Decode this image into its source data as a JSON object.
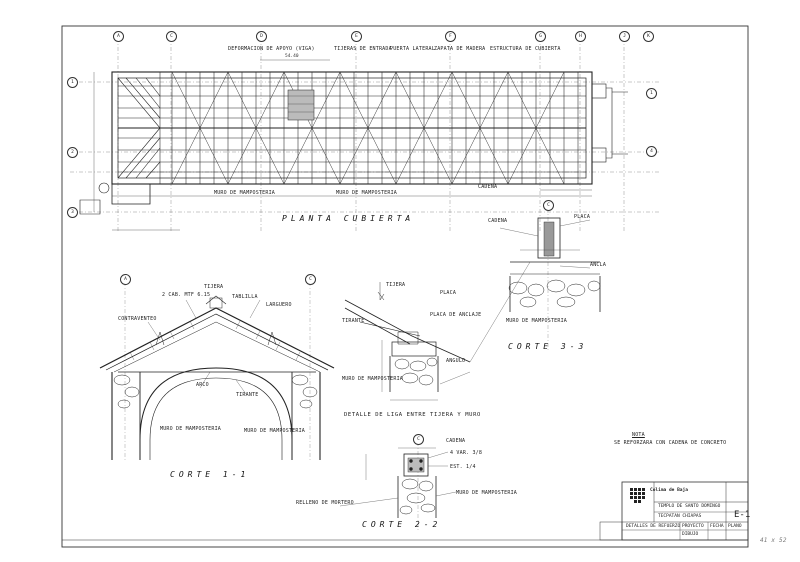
{
  "titles": {
    "plan": "PLANTA CUBIERTA",
    "corte11": "CORTE 1-1",
    "corte22": "CORTE 2-2",
    "corte33": "CORTE 3-3",
    "detalle": "DETALLE DE LIGA ENTRE TIJERA Y MURO"
  },
  "axes": {
    "columns": [
      "A",
      "C",
      "D",
      "E",
      "F",
      "G",
      "H",
      "J",
      "K"
    ],
    "rows": [
      "1",
      "2",
      "3",
      "4"
    ]
  },
  "plan_labels": {
    "top1": "DEFORMACION DE APOYO (VIGA)",
    "top2": "TIJERAS DE ENTRADA",
    "top3": "PUERTA LATERAL",
    "top4": "ZAPATA DE MADERA",
    "top5": "ESTRUCTURA DE CUBIERTA",
    "bot1": "MURO DE MAMPOSTERIA",
    "bot2": "MURO DE MAMPOSTERIA",
    "bot3": "CADENA",
    "dim_top": "54.40"
  },
  "corte11_labels": {
    "a": "TIJERA",
    "b": "2 CAB. MTF 6.15",
    "c": "TABLILLA",
    "d": "CONTRAVENTEO",
    "e": "LARGUERO",
    "f": "ARCO",
    "g": "TIRANTE",
    "h": "MURO DE MAMPOSTERIA",
    "i": "MURO DE MAMPOSTERIA"
  },
  "detalle_labels": {
    "a": "TIJERA",
    "b": "PLACA",
    "c": "TIRANTE",
    "d": "MURO DE MAMPOSTERIA",
    "e": "ANGULO",
    "f": "PLACA DE ANCLAJE"
  },
  "corte33_labels": {
    "a": "CADENA",
    "b": "PLACA",
    "c": "MURO DE MAMPOSTERIA",
    "d": "ANCLA"
  },
  "corte22_labels": {
    "a": "CADENA",
    "b": "4 VAR. 3/8",
    "c": "EST. 1/4",
    "d": "MURO DE MAMPOSTERIA",
    "e": "RELLENO DE MORTERO"
  },
  "note": {
    "heading": "NOTA",
    "text": "SE REFORZARA CON CADENA DE CONCRETO"
  },
  "titleblock": {
    "org_name": "Colima de Baja",
    "drawing_title": "DETALLES DE REFUERZO",
    "project": "TEMPLO DE SANTO DOMINGO",
    "location": "TECPATAN CHIAPAS",
    "sheet": "E-1",
    "col1": "PROYECTO",
    "col2": "DIBUJO",
    "col3": "FECHA",
    "col4": "PLANO"
  },
  "margin_mark": "41 x 52"
}
